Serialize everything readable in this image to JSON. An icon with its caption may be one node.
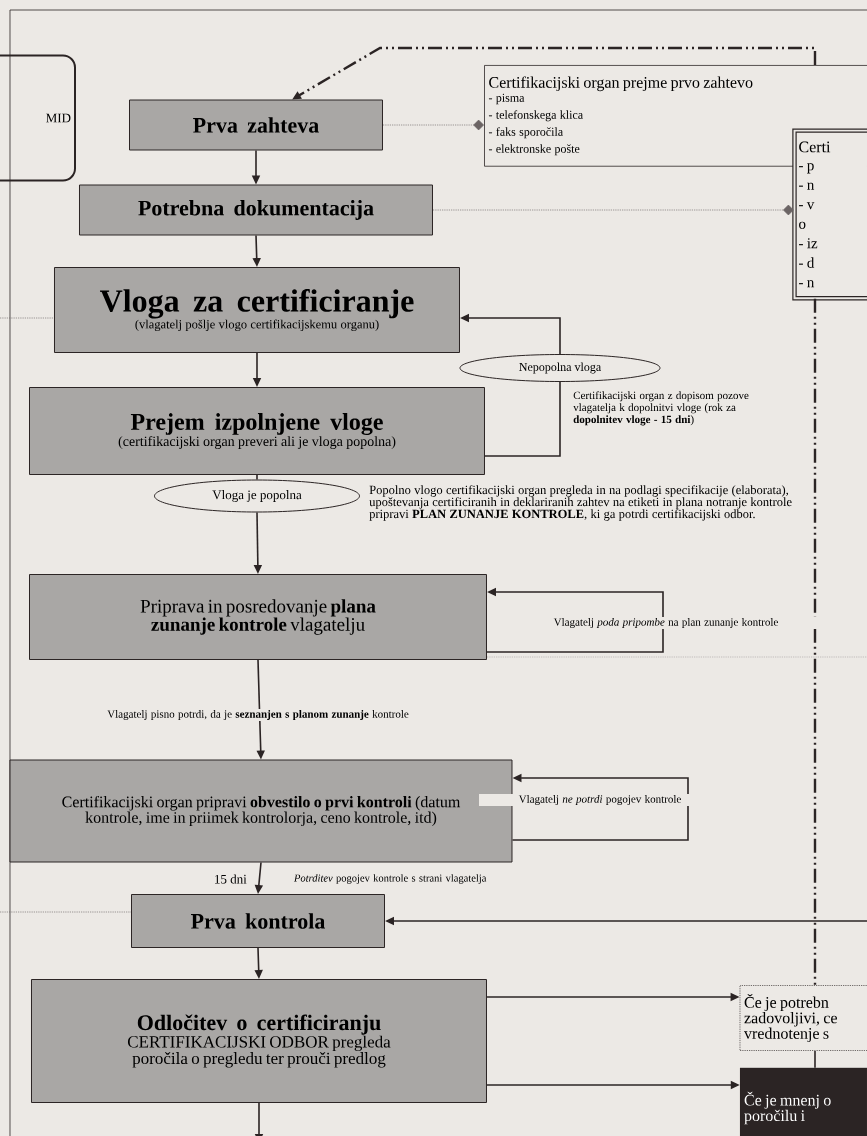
{
  "diagram": {
    "nodes": [
      {
        "text": [
          "MID"
        ]
      },
      {
        "text": [
          "Prva zahteva"
        ]
      },
      {
        "text": [
          "Potrebna dokumentacija"
        ]
      },
      {
        "text": [
          "Vloga za certificiranje",
          "(vlagatelj pošlje vlogo certifikacijskemu organu)"
        ]
      },
      {
        "text": [
          "Prejem izpolnjene vloge",
          "(certifikacijski organ preveri ali je vloga popolna)"
        ]
      },
      {
        "text": [
          "Nepopolna vloga"
        ]
      },
      {
        "text": [
          "Vloga je popolna"
        ]
      },
      {
        "text": [
          "Priprava in posredovanje **plana zunanje kontrole** vlagatelju"
        ]
      },
      {
        "text": [
          "Certifikacijski organ pripravi **obvestilo o prvi kontroli** (datum kontrole, ime in priimek kontrolorja, ceno kontrole, itd)"
        ]
      },
      {
        "text": [
          "Prva kontrola"
        ]
      },
      {
        "text": [
          "Odločitev o certificiranju",
          "CERTIFIKACIJSKI ODBOR pregleda poročila o pregledu ter prouči predlog"
        ]
      },
      {
        "text": [
          "Certifikacijski organ prejme prvo zahtevo",
          "- pisma",
          "- telefonskega klica",
          "- faks sporočila",
          "- elektronske pošte"
        ]
      },
      {
        "text": [
          "Certi",
          "- p",
          "- n",
          "- v",
          "o",
          "- iz",
          "- d",
          "- n"
        ]
      },
      {
        "text": [
          "Če je potrebn zadovoljivi, ce vrednotenje s"
        ]
      },
      {
        "text": [
          "Če je mnenj o poročilu i"
        ]
      }
    ],
    "edges": [
      {
        "from": 1,
        "to": 2,
        "arrow": "to"
      },
      {
        "from": 2,
        "to": 3,
        "arrow": "to"
      },
      {
        "from": 3,
        "to": 4,
        "arrow": "to"
      },
      {
        "from": 4,
        "to": 6,
        "arrow": "none"
      },
      {
        "from": 6,
        "to": 7,
        "arrow": "to"
      },
      {
        "from": 4,
        "to": 5,
        "arrow": "none"
      },
      {
        "from": 5,
        "to": 3,
        "arrow": "to"
      },
      {
        "from": 7,
        "to": 7,
        "arrow": "to",
        "label": "Vlagatelj *poda pripombe* na plan zunanje kontrole"
      },
      {
        "from": 7,
        "to": 8,
        "arrow": "to",
        "label": "Vlagatelj pisno potrdi, da je **seznanjen s planom zunanje** kontrole"
      },
      {
        "from": 8,
        "to": 8,
        "arrow": "to",
        "label": "Vlagatelj *ne potrdi* pogojev kontrole"
      },
      {
        "from": 8,
        "to": 9,
        "arrow": "to",
        "label": "*Potrditev* pogojev kontrole s strani vlagatelja"
      },
      {
        "from": 9,
        "to": 10,
        "arrow": "to"
      },
      {
        "from": 10,
        "to": null,
        "arrow": "to"
      },
      {
        "from": 1,
        "to": 11,
        "arrow": "other",
        "style": "dashed",
        "color": "#6b6464"
      },
      {
        "from": 2,
        "to": 12,
        "arrow": "other",
        "style": "dashed",
        "color": "#6b6464"
      },
      {
        "from": 11,
        "to": 1,
        "arrow": "to",
        "style": "dashed"
      },
      {
        "from": null,
        "to": 9,
        "arrow": "to"
      },
      {
        "from": 12,
        "to": 13,
        "arrow": "none",
        "style": "dashed"
      },
      {
        "from": 13,
        "to": 14,
        "arrow": "none"
      },
      {
        "from": 10,
        "to": 13,
        "arrow": "to"
      },
      {
        "from": 10,
        "to": 14,
        "arrow": "to"
      },
      {
        "from": null,
        "to": 3,
        "arrow": "none",
        "style": "dashed",
        "color": "#6b6464"
      },
      {
        "from": null,
        "to": 9,
        "arrow": "none",
        "style": "dashed",
        "color": "#6b6464"
      },
      {
        "from": 7,
        "to": null,
        "arrow": "none",
        "style": "dashed",
        "color": "#6b6464"
      }
    ],
    "labels": [
      "Certifikacijski organ z dopisom pozove vlagatelja k dopolnitvi vloge (rok za **dopolnitev vloge - 15 dni**)",
      "Popolno vlogo certifikacijski organ pregleda in na podlagi specifikacije (elaborata), upoštevanja certificiranih in deklariranih zahtev na etiketi in plana notranje kontrole pripravi **PLAN ZUNANJE KONTROLE**, ki ga potrdi certifikacijski odbor.",
      "15 dni"
    ]
  }
}
